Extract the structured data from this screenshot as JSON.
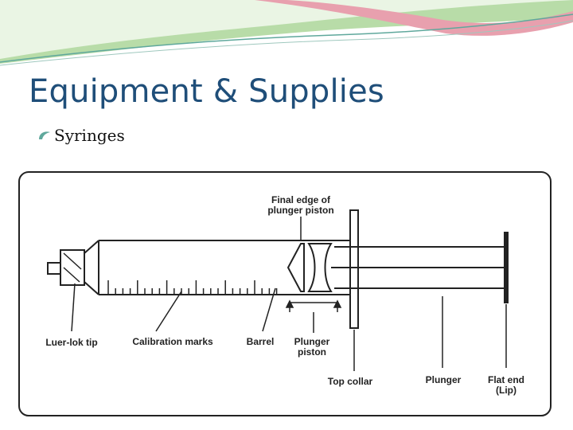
{
  "slide": {
    "title": "Equipment & Supplies",
    "bullet": "Syringes"
  },
  "colors": {
    "title": "#1f4e79",
    "wave_green": "#b8dca8",
    "wave_pink": "#e8a0ae",
    "wave_teal": "#5fa89c",
    "line": "#222222"
  },
  "diagram": {
    "labels": {
      "final_edge_line1": "Final edge of",
      "final_edge_line2": "plunger piston",
      "luer_lok_tip": "Luer-lok tip",
      "calibration_marks": "Calibration marks",
      "barrel": "Barrel",
      "plunger_piston_line1": "Plunger",
      "plunger_piston_line2": "piston",
      "top_collar": "Top collar",
      "plunger": "Plunger",
      "flat_end_line1": "Flat end",
      "flat_end_line2": "(Lip)"
    }
  }
}
